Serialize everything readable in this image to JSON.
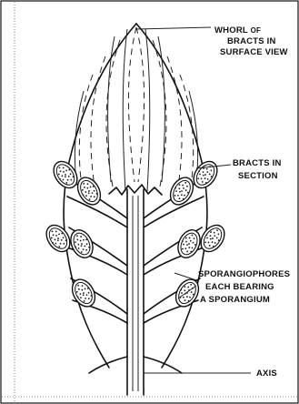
{
  "diagram": {
    "labels": {
      "whorl_line1": "WHORL",
      "whorl_line1_small": "OF",
      "whorl_line2": "BRACTS IN",
      "whorl_line3": "SURFACE VIEW",
      "bracts_section_line1": "BRACTS IN",
      "bracts_section_line2": "SECTION",
      "sporangiophores_line1": "SPORANGIOPHORES",
      "sporangiophores_line2": "EACH BEARING",
      "sporangiophores_line3": "A SPORANGIUM",
      "axis": "AXIS"
    }
  }
}
